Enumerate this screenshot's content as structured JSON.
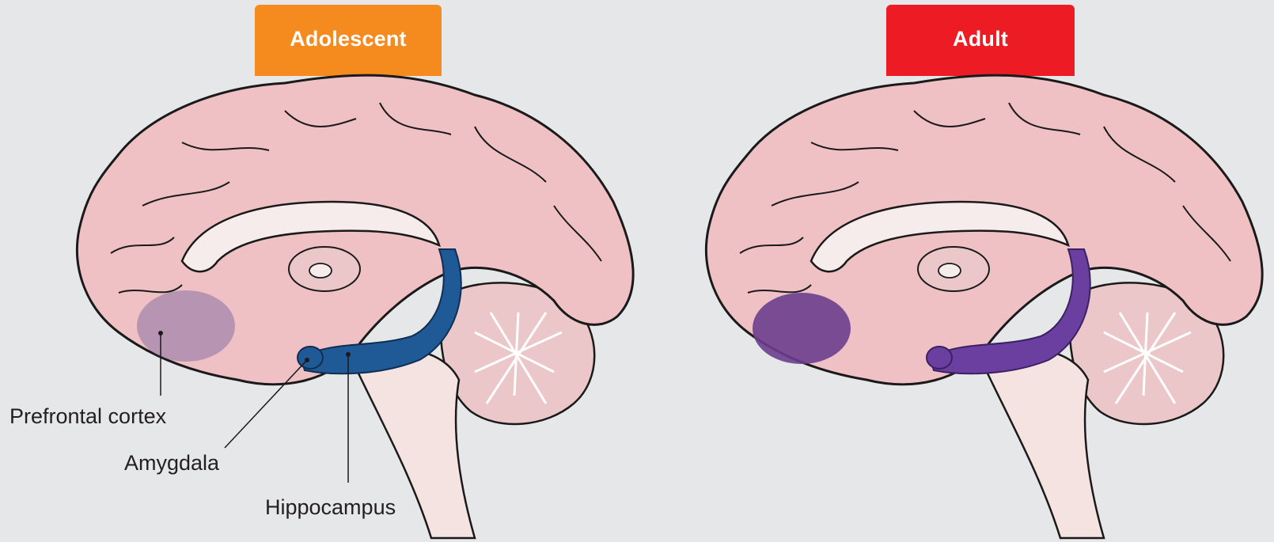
{
  "panels": [
    {
      "title": "Adolescent",
      "tab_color": "#f58a1f",
      "region_color": "#1f5a96",
      "pfc_color": "#8a6fa6",
      "pfc_opacity": 0.55
    },
    {
      "title": "Adult",
      "tab_color": "#ed1c24",
      "region_color": "#6a3fa0",
      "pfc_color": "#6b3e8e",
      "pfc_opacity": 0.9
    }
  ],
  "labels": {
    "prefrontal": "Prefrontal cortex",
    "amygdala": "Amygdala",
    "hippocampus": "Hippocampus"
  },
  "colors": {
    "background": "#e6e7e8",
    "brain": "#efc1c4",
    "brain_dark": "#d9a0a6",
    "outline": "#1a1a1a",
    "white_matter": "#f7ecec"
  }
}
